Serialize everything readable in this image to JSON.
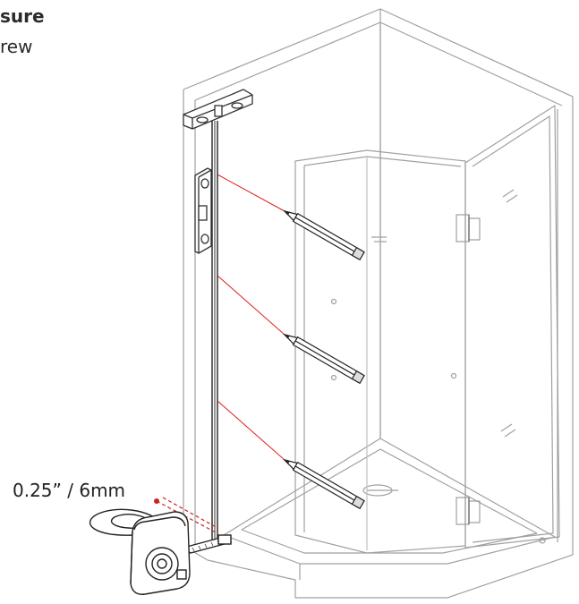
{
  "heading": {
    "line1": "sure",
    "line2": "rew"
  },
  "measurement": {
    "label": "0.25” / 6mm"
  },
  "colors": {
    "outline": "#9a9a9a",
    "dark_outline": "#333333",
    "laser": "#e02020",
    "marker_red": "#cc2222"
  },
  "icons": [
    "pencil-icon",
    "spirit-level-icon",
    "tape-measure-icon"
  ]
}
